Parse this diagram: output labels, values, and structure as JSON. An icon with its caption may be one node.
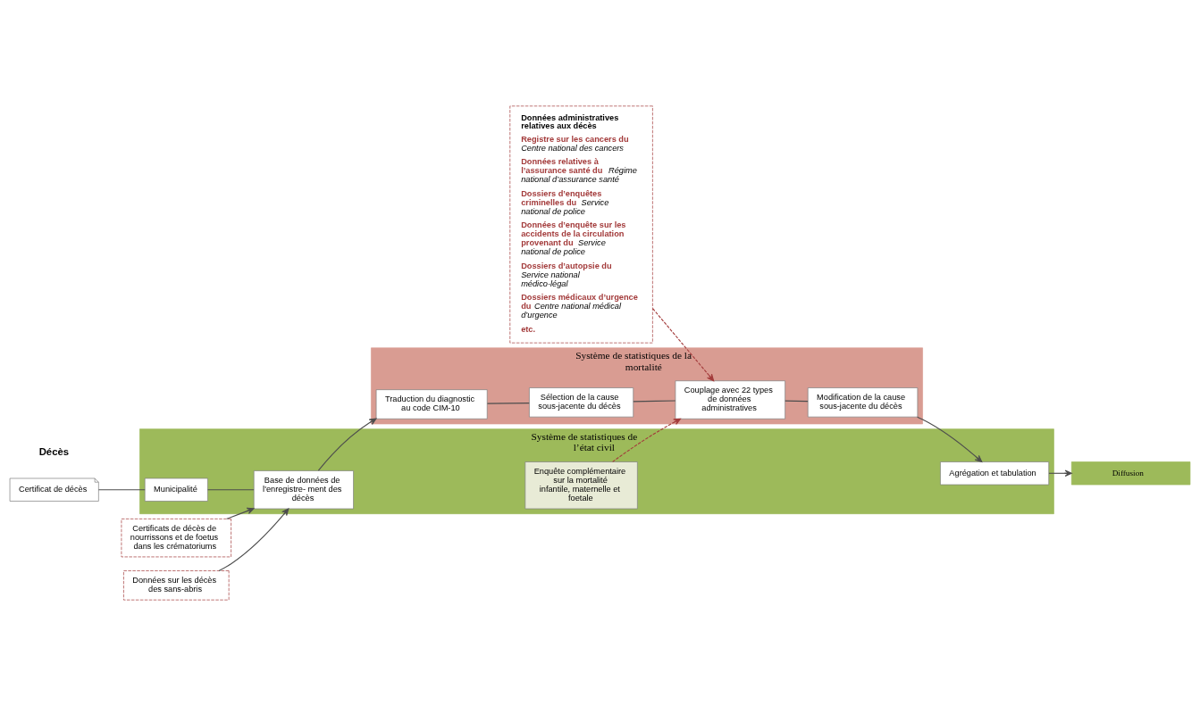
{
  "diagram": {
    "nodes": [
      {
        "text": [
          "Système de statistiques de l’état civil"
        ]
      },
      {
        "text": [
          "Système de statistiques de la mortalité"
        ]
      },
      {
        "text": [
          "Certificat de décès"
        ]
      },
      {
        "text": [
          "Municipalité"
        ],
        "in": 0
      },
      {
        "text": [
          "Base de données de l'enregistre- ment des décès"
        ],
        "in": 0
      },
      {
        "text": [
          "Certificats de décès de nourrissons et de foetus dans les crématoriums"
        ]
      },
      {
        "text": [
          "Données sur les décès des sans-abris"
        ]
      },
      {
        "text": [
          "Enquête complémentaire sur la mortalité infantile, maternelle et foetale"
        ],
        "in": 0
      },
      {
        "text": [
          "Agrégation et tabulation"
        ],
        "in": 0
      },
      {
        "text": [
          "Diffusion"
        ]
      },
      {
        "text": [
          "Traduction du diagnostic au code CIM-10"
        ],
        "in": 1
      },
      {
        "text": [
          "Sélection de la cause sous-jacente du décès"
        ],
        "in": 1
      },
      {
        "text": [
          "Couplage avec 22 types de données administratives"
        ],
        "in": 1
      },
      {
        "text": [
          "Modification de la cause sous-jacente du décès"
        ],
        "in": 1
      },
      {
        "text": [
          "Données administratives relatives aux décès",
          "**Registre sur les cancers du** *Centre national des cancers*",
          "**Données relatives à l’assurance santé du** *Régime national d’assurance santé*",
          "**Dossiers d’enquêtes criminelles du** *Service national de police*",
          "**Données d’enquête sur les accidents de la circulation provenant du** *Service national de police*",
          "**Dossiers d’autopsie du** *Service national médico-légal*",
          "**Dossiers médicaux d’urgence du** *Centre national médical d’urgence*",
          "**etc.**"
        ]
      }
    ],
    "edges": [
      {
        "from": 2,
        "to": 3,
        "arrow": "none"
      },
      {
        "from": 3,
        "to": 4,
        "arrow": "none"
      },
      {
        "from": 4,
        "to": 10,
        "arrow": "to"
      },
      {
        "from": 5,
        "to": 4,
        "arrow": "to"
      },
      {
        "from": 6,
        "to": 4,
        "arrow": "to"
      },
      {
        "from": 7,
        "to": 12,
        "arrow": "to",
        "style": "dashed",
        "color": "#a33b3b"
      },
      {
        "from": 14,
        "to": 12,
        "arrow": "to",
        "style": "dashed",
        "color": "#a33b3b"
      },
      {
        "from": 10,
        "to": 11,
        "arrow": "none"
      },
      {
        "from": 11,
        "to": 12,
        "arrow": "none"
      },
      {
        "from": 12,
        "to": 13,
        "arrow": "none"
      },
      {
        "from": 13,
        "to": 8,
        "arrow": "to"
      },
      {
        "from": 8,
        "to": 9,
        "arrow": "to"
      }
    ],
    "labels": [
      "Décès"
    ]
  }
}
